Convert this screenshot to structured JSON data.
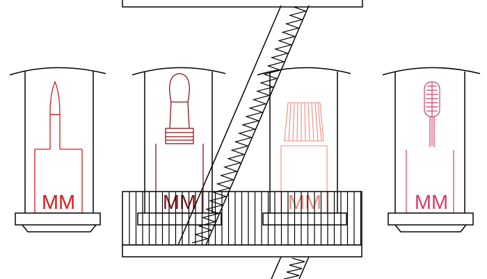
{
  "colors": {
    "line": "#000000",
    "background": "#ffffff",
    "red": "#d61a1a",
    "dark_red": "#8a1416",
    "light_red": "#f08a7c",
    "orange_red": "#e55a4c",
    "pink": "#d63a6a"
  },
  "cases": [
    {
      "label": "MM",
      "product": "lipstick-bullet",
      "color_key": "red"
    },
    {
      "label": "MM",
      "product": "lipstick-tube",
      "color_key": "dark_red"
    },
    {
      "label": "MM",
      "product": "ribbed-cap",
      "color_key": "light_red"
    },
    {
      "label": "MM",
      "product": "mascara-brush",
      "color_key": "pink"
    }
  ]
}
